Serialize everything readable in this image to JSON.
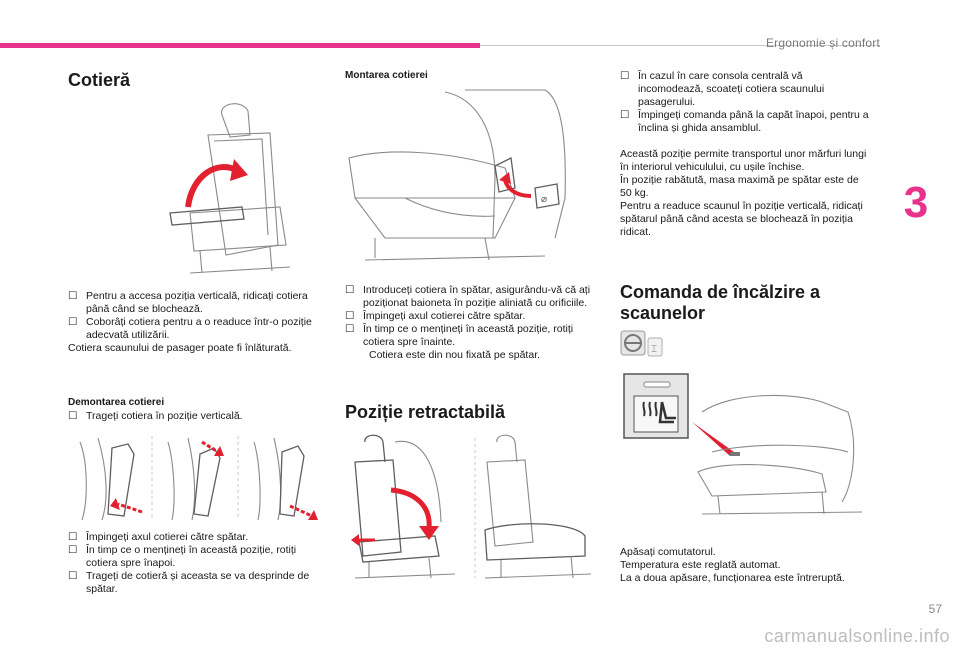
{
  "header": {
    "title": "Ergonomie și confort",
    "chapter": "3",
    "page_number": "57"
  },
  "watermark": "carmanualsonline.info",
  "bullet": "",
  "cotiera": {
    "title": "Cotieră",
    "bullets": [
      "Pentru a accesa poziția verticală, ridicați cotiera până când se blochează.",
      "Coborâți cotiera pentru a o readuce într-o poziție adecvată utilizării."
    ],
    "note": "Cotiera scaunului de pasager poate fi înlăturată.",
    "demontare": {
      "title": "Demontarea cotierei",
      "bullets": [
        "Trageți cotiera în poziție verticală."
      ]
    },
    "demontare_steps": [
      "Împingeți axul cotierei către spătar.",
      "În timp ce o mențineți în această poziție, rotiți cotiera spre înapoi.",
      "Trageți de cotieră și aceasta se va desprinde de spătar."
    ]
  },
  "montare": {
    "title": "Montarea cotierei",
    "bullets": [
      "Introduceți cotiera în spătar, asigurându-vă că ați poziționat baioneta în poziție aliniată cu orificiile.",
      "Împingeți axul cotierei către spătar.",
      "În timp ce o mențineți în această poziție, rotiți cotiera spre înainte."
    ],
    "note": "Cotiera este din nou fixată pe spătar."
  },
  "retractabila": {
    "title": "Poziție retractabilă"
  },
  "right": {
    "bullets": [
      "În cazul în care consola centrală vă incomodează, scoateți cotiera scaunului pasagerului.",
      "Împingeți comanda până la capăt înapoi, pentru a înclina și ghida ansamblul."
    ],
    "para1": "Această poziție permite transportul unor mărfuri lungi în interiorul vehiculului, cu ușile închise.",
    "para2": "În poziție rabătută, masa maximă pe spătar este de 50 kg.",
    "para3": "Pentru a readuce scaunul în poziție verticală, ridicați spătarul până când acesta se blochează în poziția ridicat."
  },
  "incalzire": {
    "title_line1": "Comanda de încălzire a",
    "title_line2": "scaunelor",
    "instructions": [
      "Apăsați comutatorul.",
      "Temperatura este reglată automat.",
      "La a doua apăsare, funcționarea este întreruptă."
    ]
  },
  "colors": {
    "accent": "#e8328c",
    "arrow": "#e3202f",
    "line": "#8a8a8a"
  },
  "icons": {
    "bullet": "check-box-icon",
    "steering": "steering-wheel-icon",
    "heater": "seat-heater-icon"
  }
}
